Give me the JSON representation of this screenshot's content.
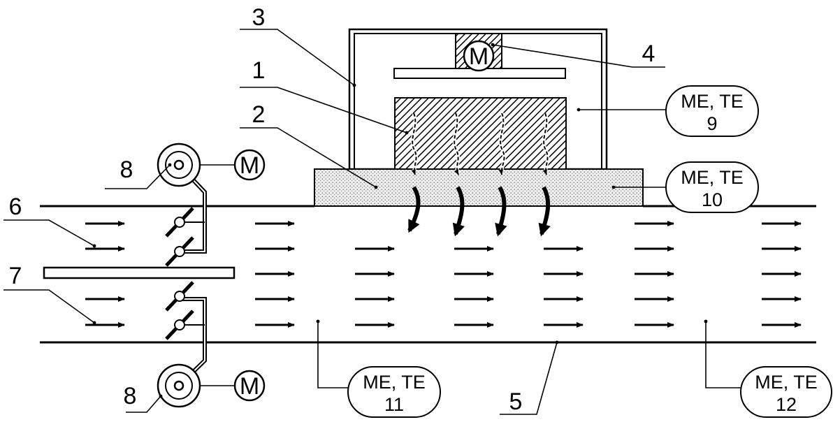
{
  "labels": {
    "n1": "1",
    "n2": "2",
    "n3": "3",
    "n4": "4",
    "n5": "5",
    "n6": "6",
    "n7": "7",
    "n8_top": "8",
    "n8_bottom": "8"
  },
  "motors": {
    "top_motor": "M",
    "fan_motor_upper": "M",
    "fan_motor_lower": "M"
  },
  "measurement_boxes": [
    {
      "line1": "ME, TE",
      "line2": "9"
    },
    {
      "line1": "ME, TE",
      "line2": "10"
    },
    {
      "line1": "ME, TE",
      "line2": "11"
    },
    {
      "line1": "ME, TE",
      "line2": "12"
    }
  ]
}
